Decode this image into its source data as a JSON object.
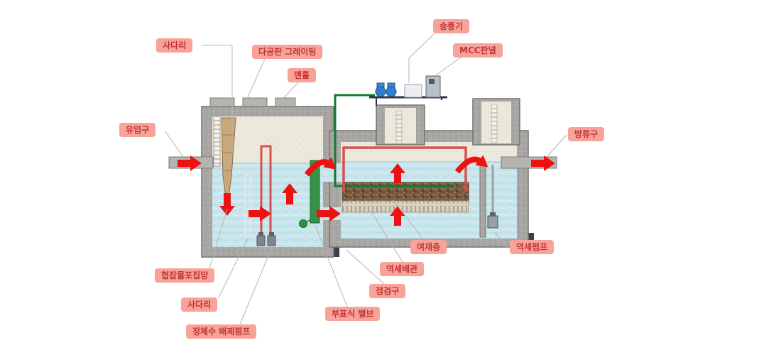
{
  "labels": {
    "ladder_top": "사다리",
    "perforated_grating": "다공판 그레이팅",
    "manhole": "맨홀",
    "blower": "송풍기",
    "mcc_panel": "MCC판넬",
    "inlet": "유입구",
    "outlet": "방류구",
    "debris_net": "협잡물포집망",
    "ladder_bottom": "사다리",
    "stagnant_water_pump": "정체수 배제펌프",
    "float_valve": "부표식 밸브",
    "inspection_port": "점검구",
    "backwash_pipe": "역세배관",
    "media_layer": "여재층",
    "backwash_pump": "역세펌프"
  },
  "colors": {
    "label_bg": "#f7a399",
    "label_text": "#c23434",
    "arrow_red": "#ee1111",
    "pipe_red": "#d65050",
    "pipe_green": "#157a2e",
    "water_blue": "#c7e5eb",
    "concrete_gray": "#a8a7a3",
    "interior_beige": "#ede8dc",
    "media_brown": "#74573c",
    "base_dark": "#3b4149"
  }
}
